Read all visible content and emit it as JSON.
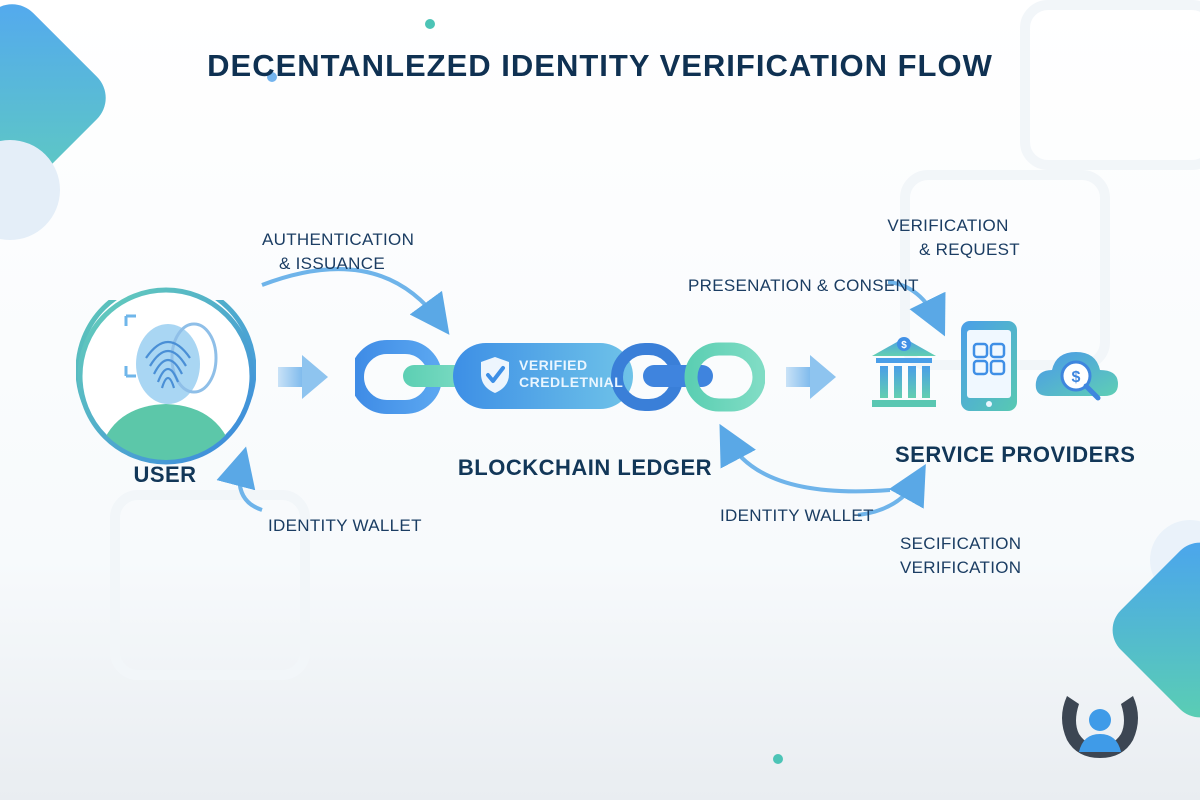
{
  "title": "DECENTANLEZED IDENTITY VERIFICATION FLOW",
  "nodes": {
    "user": "USER",
    "ledger": "BLOCKCHAIN LEDGER",
    "providers": "SERVICE PROVIDERS"
  },
  "credential": {
    "line1": "VERIFIED",
    "line2": "CREDLETNIAL"
  },
  "annotations": {
    "auth_line1": "AUTHENTICATION",
    "auth_line2": "& ISSUANCE",
    "presentation": "PRESENATION & CONSENT",
    "verif_line1": "VERIFICATION",
    "verif_line2": "& REQUEST",
    "wallet_left": "IDENTITY WALLET",
    "wallet_right": "IDENTITY WALLET",
    "secif_line1": "SECIFICATION",
    "secif_line2": "VERIFICATION"
  },
  "icons": [
    "fingerprint-face-icon",
    "chain-link-icon",
    "shield-check-icon",
    "bank-icon",
    "smartphone-app-icon",
    "cloud-dollar-search-icon",
    "brand-logo-icon"
  ],
  "colors": {
    "accent_blue": "#3d8fe6",
    "accent_teal": "#55c9b0",
    "text_navy": "#15385c"
  }
}
